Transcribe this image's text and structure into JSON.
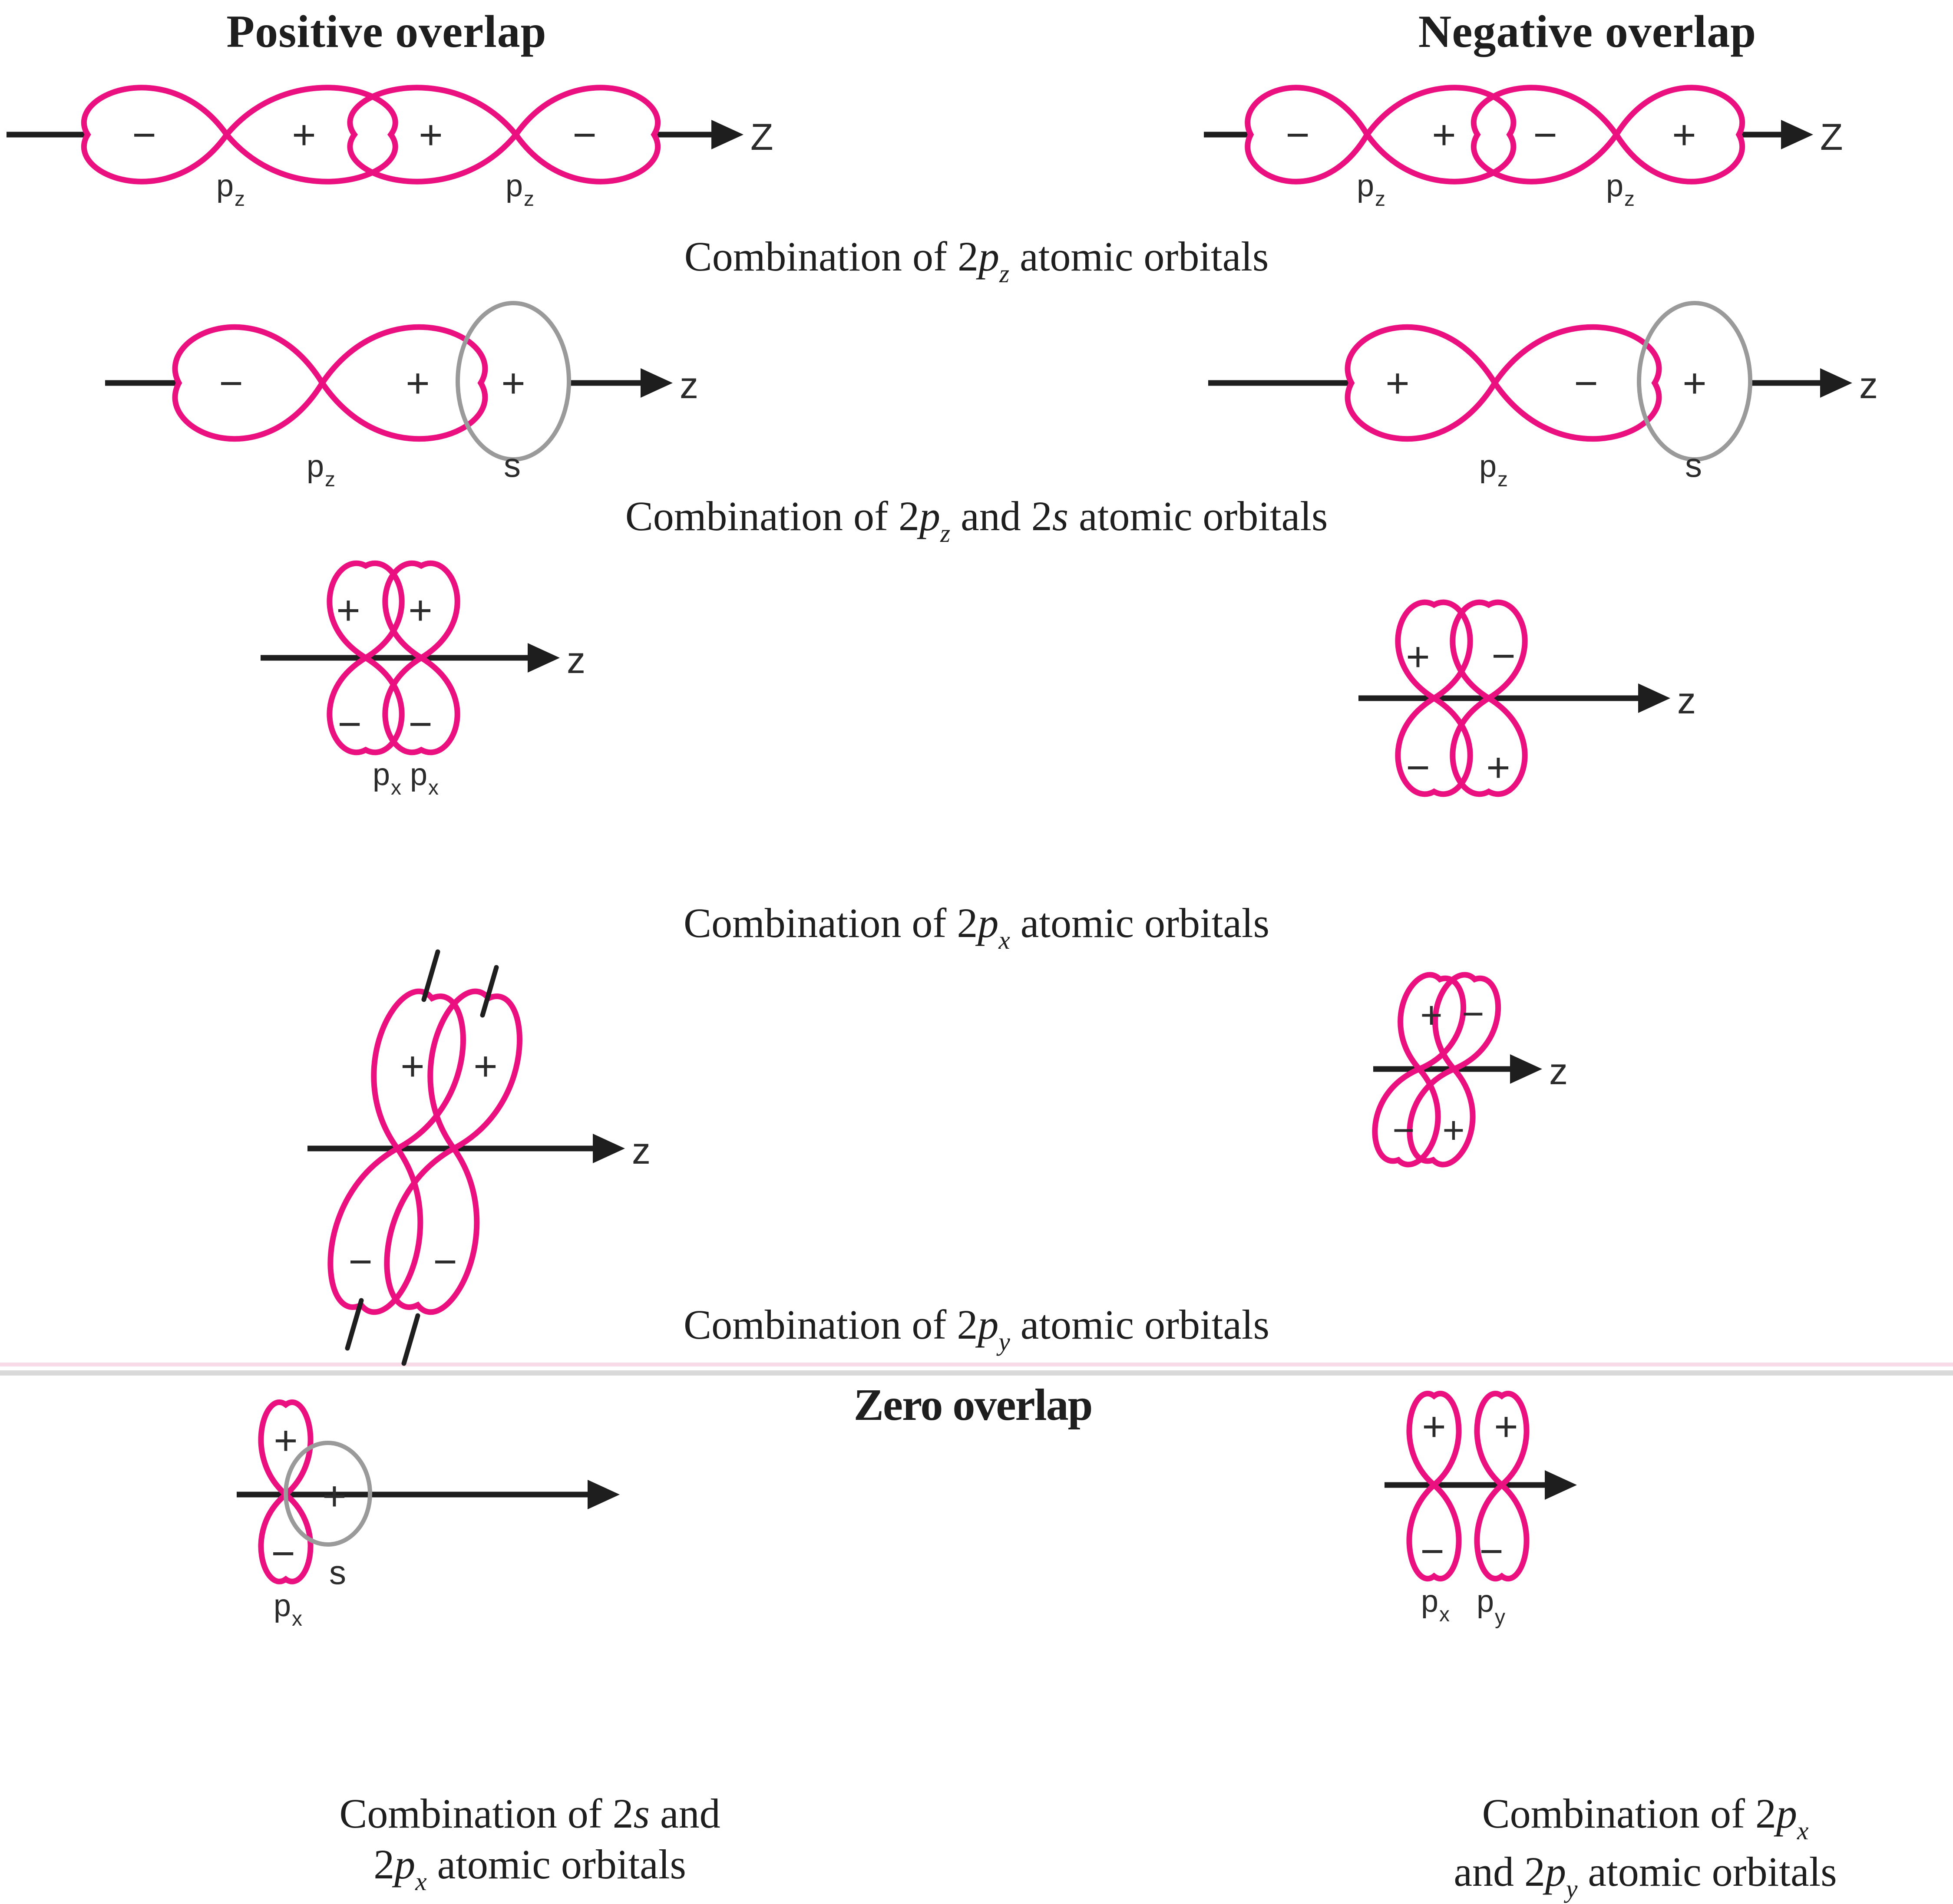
{
  "colors": {
    "orbital_pink": "#EA1080",
    "s_orbital_gray": "#9A9A9A",
    "ink_black": "#1E1E1E",
    "divider_pink": "#F8DBE6",
    "divider_gray": "#D9D9D9",
    "background": "#FFFFFF"
  },
  "headers": {
    "positive": "Positive overlap",
    "negative": "Negative overlap",
    "zero": "Zero overlap"
  },
  "captions": {
    "c1": [
      {
        "t": "Combination of 2"
      },
      {
        "t": "p",
        "i": true
      },
      {
        "t": "z",
        "sub": true
      },
      {
        "t": " atomic orbitals"
      }
    ],
    "c2": [
      {
        "t": "Combination of 2"
      },
      {
        "t": "p",
        "i": true
      },
      {
        "t": "z",
        "sub": true
      },
      {
        "t": " and 2"
      },
      {
        "t": "s",
        "i": true
      },
      {
        "t": " atomic orbitals"
      }
    ],
    "c3": [
      {
        "t": "Combination of 2"
      },
      {
        "t": "p",
        "i": true
      },
      {
        "t": "x",
        "sub": true
      },
      {
        "t": " atomic orbitals"
      }
    ],
    "c4": [
      {
        "t": "Combination of 2"
      },
      {
        "t": "p",
        "i": true
      },
      {
        "t": "y",
        "sub": true
      },
      {
        "t": " atomic orbitals"
      }
    ],
    "c5_line1": [
      {
        "t": "Combination of 2"
      },
      {
        "t": "s",
        "i": true
      },
      {
        "t": " and"
      }
    ],
    "c5_line2": [
      {
        "t": "2"
      },
      {
        "t": "p",
        "i": true
      },
      {
        "t": "x",
        "sub": true
      },
      {
        "t": " atomic orbitals"
      }
    ],
    "c6_line1": [
      {
        "t": "Combination of 2"
      },
      {
        "t": "p",
        "i": true
      },
      {
        "t": "x",
        "sub": true
      }
    ],
    "c6_line2": [
      {
        "t": "and 2"
      },
      {
        "t": "p",
        "i": true
      },
      {
        "t": "y",
        "sub": true
      },
      {
        "t": " atomic orbitals"
      }
    ]
  },
  "axis_labels": {
    "row1": "Z",
    "row2": "z",
    "row3": "z",
    "row4": "z"
  },
  "orbital_labels": {
    "p": "p",
    "sub_z": "z",
    "sub_x": "x",
    "sub_y": "y",
    "s": "s"
  },
  "signs": {
    "plus": "+",
    "minus": "−"
  }
}
